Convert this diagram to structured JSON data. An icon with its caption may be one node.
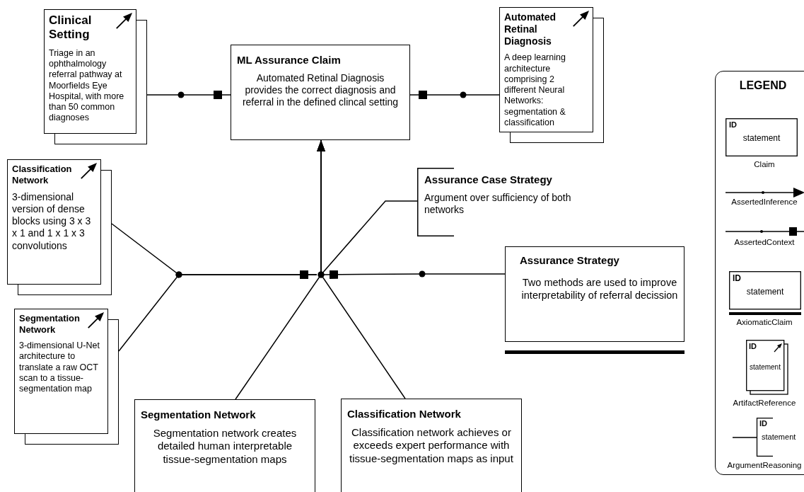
{
  "diagram": {
    "nodes": [
      {
        "text": [
          "Clinical Setting",
          "Triage in an ophthalmology referral pathway at Moorfields Eye Hospital, with more than 50 common diagnoses"
        ]
      },
      {
        "text": [
          "ML Assurance Claim",
          "Automated Retinal Diagnosis provides the correct diagnosis and referral in the defined clincal setting"
        ]
      },
      {
        "text": [
          "Automated Retinal Diagnosis",
          "A deep learning architecture comprising 2 different Neural Networks: segmentation & classification"
        ]
      },
      {
        "text": [
          "Classification Network",
          "3-dimensional version of dense blocks using 3 x 3 x 1 and 1 x 1 x 3 convolutions"
        ]
      },
      {
        "text": [
          "Segmentation Network",
          "3-dimensional U-Net architecture to translate a raw OCT scan to a tissue-segmentation map"
        ]
      },
      {
        "text": [
          "Assurance Case Strategy",
          "Argument over sufficiency of both networks"
        ]
      },
      {
        "text": [
          "Assurance Strategy",
          "Two methods are used to improve interpretability of referral decission"
        ]
      },
      {
        "text": [
          "Segmentation Network",
          "Segmentation network creates detailed human interpretable tissue-segmentation maps"
        ]
      },
      {
        "text": [
          "Classification Network",
          "Classification network achieves or exceeds expert performance with tissue-segmentation maps as input"
        ]
      }
    ],
    "edges": [
      {
        "from": 0,
        "to": 1,
        "arrow": "other"
      },
      {
        "from": 2,
        "to": 1,
        "arrow": "other"
      },
      {
        "from": 7,
        "to": 1,
        "arrow": "to"
      },
      {
        "from": 8,
        "to": 1,
        "arrow": "to"
      },
      {
        "from": 5,
        "to": 1,
        "arrow": "to"
      },
      {
        "from": 3,
        "to": null,
        "arrow": "other"
      },
      {
        "from": 4,
        "to": null,
        "arrow": "other"
      },
      {
        "from": 6,
        "to": null,
        "arrow": "other"
      }
    ],
    "labels": [
      "LEGEND",
      "ID",
      "statement",
      "ID",
      "statement",
      "ID",
      "statement",
      "ID",
      "statement"
    ],
    "legend": [
      {
        "text": "Claim"
      },
      {
        "text": "AssertedInference"
      },
      {
        "text": "AssertedContext"
      },
      {
        "text": "AxiomaticClaim"
      },
      {
        "text": "ArtifactReference"
      },
      {
        "text": "ArgumentReasoning"
      }
    ]
  }
}
